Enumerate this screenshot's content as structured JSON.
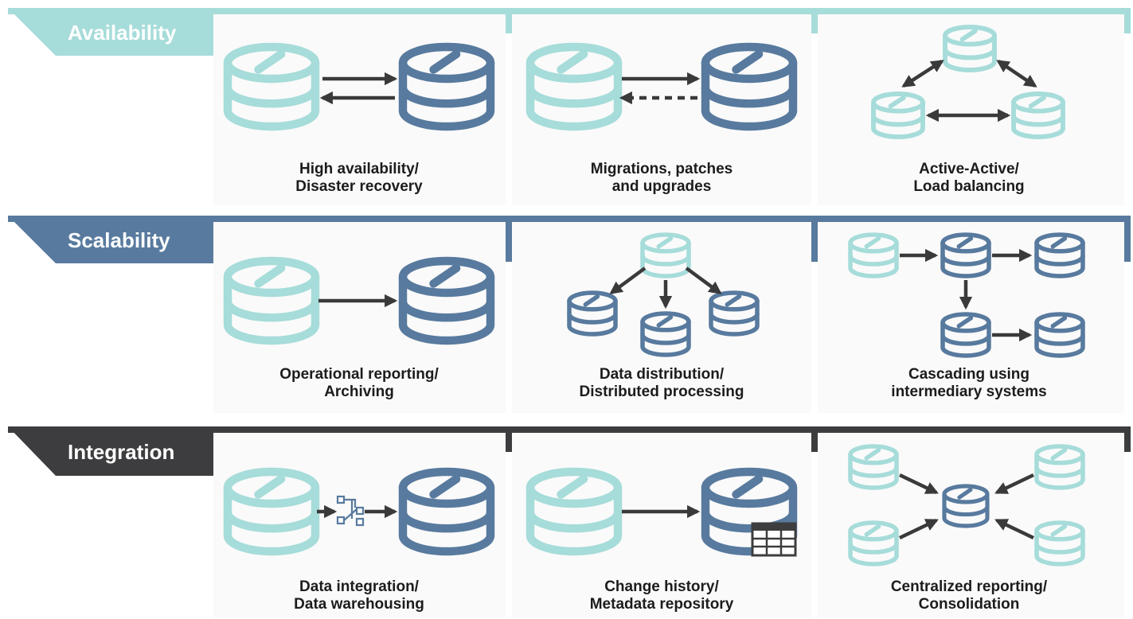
{
  "colors": {
    "light": "#a6dcd9",
    "dark": "#587a9e",
    "integration": "#3d3d3f",
    "arrow": "#3a3a3a",
    "card": "#fafafa",
    "caption": "#1c1c1c"
  },
  "rows": [
    {
      "label": "Availability",
      "cards": [
        {
          "caption_line1": "High availability/",
          "caption_line2": "Disaster recovery"
        },
        {
          "caption_line1": "Migrations, patches",
          "caption_line2": "and upgrades"
        },
        {
          "caption_line1": "Active-Active/",
          "caption_line2": "Load balancing"
        }
      ]
    },
    {
      "label": "Scalability",
      "cards": [
        {
          "caption_line1": "Operational reporting/",
          "caption_line2": "Archiving"
        },
        {
          "caption_line1": "Data distribution/",
          "caption_line2": "Distributed processing"
        },
        {
          "caption_line1": "Cascading using",
          "caption_line2": "intermediary systems"
        }
      ]
    },
    {
      "label": "Integration",
      "cards": [
        {
          "caption_line1": "Data integration/",
          "caption_line2": "Data warehousing"
        },
        {
          "caption_line1": "Change history/",
          "caption_line2": "Metadata repository"
        },
        {
          "caption_line1": "Centralized reporting/",
          "caption_line2": "Consolidation"
        }
      ]
    }
  ]
}
